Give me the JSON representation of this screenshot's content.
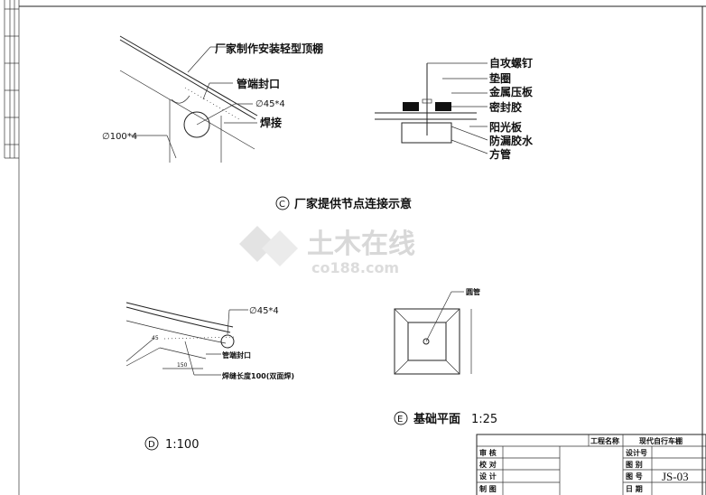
{
  "detail_c": {
    "title_mark": "C",
    "title": "厂家提供节点连接示意",
    "callouts": {
      "roof": "厂家制作安装轻型顶棚",
      "end_seal": "管端封口",
      "small_pipe": "∅45*4",
      "weld": "焊接",
      "large_pipe": "∅100*4"
    }
  },
  "panel_detail": {
    "callouts": [
      "自攻螺钉",
      "垫圈",
      "金属压板",
      "密封胶",
      "阳光板",
      "防漏胶水",
      "方管"
    ]
  },
  "detail_d": {
    "title_mark": "D",
    "scale": "1:100",
    "callouts": {
      "small_pipe": "∅45*4",
      "end_seal": "管端封口",
      "weld_length": "焊缝长度100(双面焊)",
      "dim": "150",
      "angle": "45"
    }
  },
  "detail_e": {
    "title_mark": "E",
    "title": "基础平面",
    "scale": "1:25",
    "callout": "圆管"
  },
  "watermark": {
    "text": "土木在线",
    "sub": "co188.com"
  },
  "title_block": {
    "project_label": "工程名称",
    "project_name": "现代自行车棚",
    "left_rows": [
      "审  核",
      "校  对",
      "设  计",
      "制  图"
    ],
    "right_rows": [
      "设计号",
      "图  别",
      "图  号",
      "日  期"
    ],
    "drawing_no": "JS-03"
  }
}
